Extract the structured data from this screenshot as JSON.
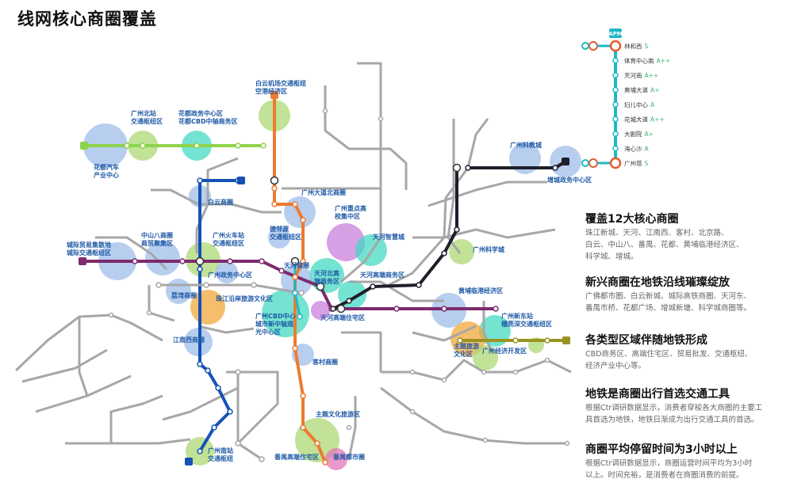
{
  "title": "线网核心商圈覆盖",
  "colors": {
    "line_grey": "#a7a7a7",
    "line_green": "#8ed34c",
    "line_blue": "#1552b6",
    "line_orange": "#ee7a2f",
    "line_purple": "#7d2a6e",
    "line_black": "#1f1f2b",
    "line_olive": "#9a9322",
    "line_teal": "#1db8c4",
    "circle_blue": "#9bbbe9",
    "circle_green": "#a9d76f",
    "circle_purple": "#c77ad9",
    "circle_teal": "#3fd8c1",
    "circle_orange": "#f1a534",
    "circle_pink": "#e272b9",
    "label_blue": "#1f5aa6",
    "rating_green": "#3cb371"
  },
  "zones": [
    {
      "label": "花都汽车\n产业中心"
    },
    {
      "label": "广州北站\n交通枢纽区"
    },
    {
      "label": "花都政务中心区\n花都CBD中轴商务区"
    },
    {
      "label": "白云机场交通枢纽\n空港经济区"
    },
    {
      "label": "广州大道北商圈"
    },
    {
      "label": "白云商圈"
    },
    {
      "label": "广州重点高\n校集中区"
    },
    {
      "label": "城际贸易集散地\n城际交通枢纽区"
    },
    {
      "label": "中山八商圈\n商贸聚集区"
    },
    {
      "label": "广州火车站\n交通枢纽区"
    },
    {
      "label": "德邻源\n交通枢纽区"
    },
    {
      "label": "天河智慧城"
    },
    {
      "label": "广州政务中心区"
    },
    {
      "label": "天河北高\n端商务区"
    },
    {
      "label": "天河高端商务区"
    },
    {
      "label": "荔湾商圈"
    },
    {
      "label": "珠江沿岸旅游文化区"
    },
    {
      "label": "广州CBD中心\n城市新中轴观\n光中心区"
    },
    {
      "label": "天河商圈"
    },
    {
      "label": "天河高端住宅区"
    },
    {
      "label": "江南西商圈"
    },
    {
      "label": "客村商圈"
    },
    {
      "label": "黄埔临港经济区"
    },
    {
      "label": "广州新东站\n穗莞深交通枢纽区"
    },
    {
      "label": "主题旅游\n文化区"
    },
    {
      "label": "广州经济开发区"
    },
    {
      "label": "广州科教城"
    },
    {
      "label": "增城政务中心区"
    },
    {
      "label": "广州科学城"
    },
    {
      "label": "广州南站\n交通枢纽"
    },
    {
      "label": "番禺高端住宅区"
    },
    {
      "label": "番禺都市圈"
    },
    {
      "label": "主题文化旅游区"
    }
  ],
  "legend_line": {
    "badge": "APM",
    "stations": [
      {
        "name": "林和西",
        "grade": "S"
      },
      {
        "name": "体育中心南",
        "grade": "A++"
      },
      {
        "name": "天河南",
        "grade": "A++"
      },
      {
        "name": "黄埔大道",
        "grade": "A+"
      },
      {
        "name": "妇儿中心",
        "grade": "A"
      },
      {
        "name": "花城大道",
        "grade": "A++"
      },
      {
        "name": "大剧院",
        "grade": "A+"
      },
      {
        "name": "海心沙",
        "grade": "A"
      },
      {
        "name": "广州塔",
        "grade": "S"
      }
    ]
  },
  "sections": [
    {
      "heading": "覆盖12大核心商圈",
      "body": "珠江新城、天河、江南西、客村、北京路、\n白云、中山八、番禺、花都、黄埔临港经济区、\n科学城、增城。"
    },
    {
      "heading": "新兴商圈在地铁沿线璀璨绽放",
      "body": "广佛都市圈、白云新城、城际高铁商圈、天河东、\n番禺市桥、花都广场、增城新塘、科学城商圈等。"
    },
    {
      "heading": "各类型区域伴随地铁形成",
      "body": "CBD商务区、高端住宅区、贸易批发、交通枢纽、\n经济产业中心等。"
    },
    {
      "heading": "地铁是商圈出行首选交通工具",
      "body": "根据Ctr调研数据显示，消费者穿梭各大商圈的主要工\n具首选为地铁，地铁日渐成为出行交通工具的首选。"
    },
    {
      "heading": "商圈平均停留时间为3小时以上",
      "body": "根据Ctr调研数据显示，商圈运营时间平均为3小时\n以上。时间充裕，是消费者在商圈消费的前提。"
    }
  ]
}
